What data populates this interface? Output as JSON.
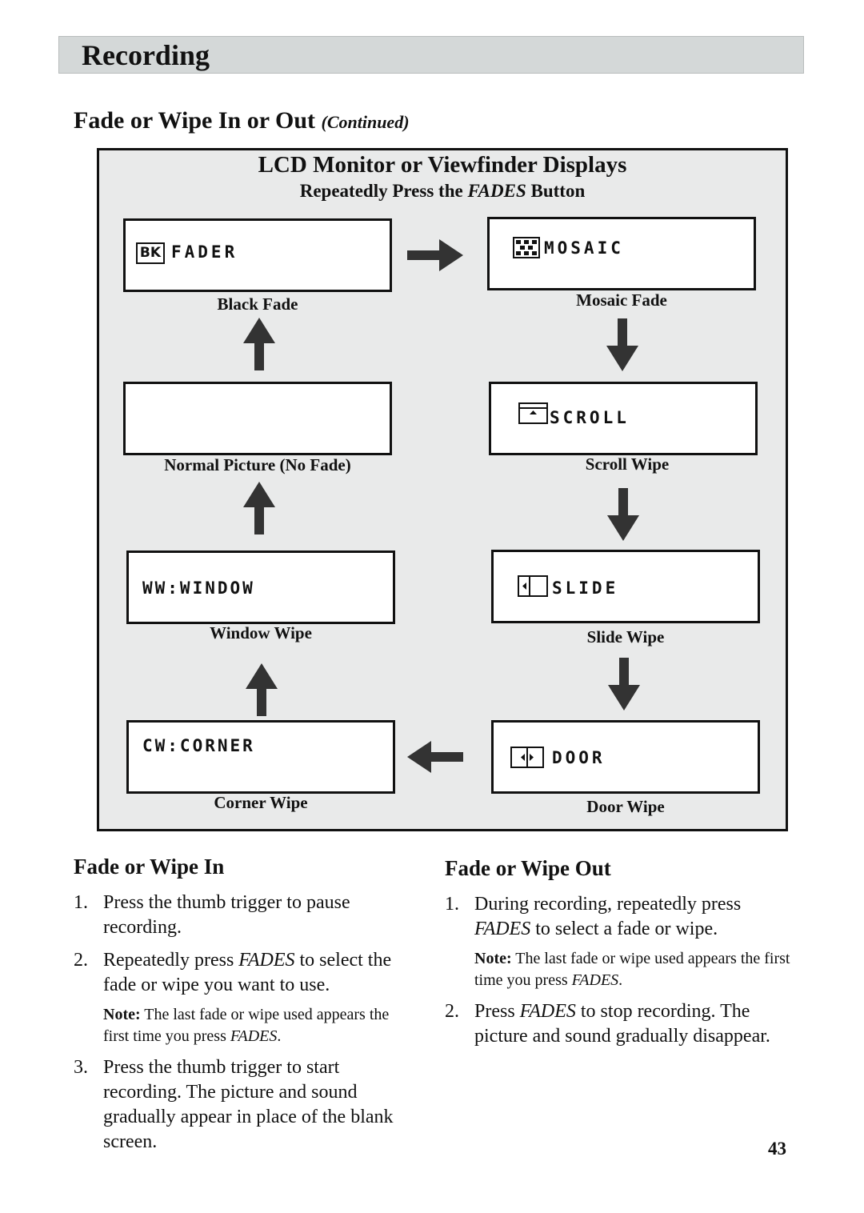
{
  "header": {
    "title": "Recording"
  },
  "section": {
    "title": "Fade or Wipe In or Out",
    "continued": "(Continued)"
  },
  "diagram": {
    "title": "LCD Monitor or Viewfinder Displays",
    "subtitle_pre": "Repeatedly Press the ",
    "subtitle_em": "FADES",
    "subtitle_post": " Button",
    "screens": {
      "fader": {
        "text": "FADER",
        "caption": "Black Fade",
        "icon": "black-fade-icon",
        "icon_text": "BK"
      },
      "mosaic": {
        "text": "MOSAIC",
        "caption": "Mosaic Fade",
        "icon": "mosaic-icon"
      },
      "normal": {
        "text": "",
        "caption": "Normal Picture (No Fade)"
      },
      "scroll": {
        "text": "SCROLL",
        "caption": "Scroll Wipe",
        "icon": "scroll-icon"
      },
      "window": {
        "text": "WW:WINDOW",
        "caption": "Window Wipe"
      },
      "slide": {
        "text": "SLIDE",
        "caption": "Slide Wipe",
        "icon": "slide-icon"
      },
      "corner": {
        "text": "CW:CORNER",
        "caption": "Corner Wipe"
      },
      "door": {
        "text": "DOOR",
        "caption": "Door Wipe",
        "icon": "door-icon"
      }
    }
  },
  "fade_in": {
    "heading": "Fade or Wipe In",
    "steps": [
      {
        "num": "1.",
        "text": "Press the thumb trigger to pause recording."
      },
      {
        "num": "2.",
        "pre": "Repeatedly press ",
        "em": "FADES",
        "post": " to select the fade or wipe you want to use.",
        "note_label": "Note:",
        "note_pre": " The last fade or wipe used appears the first time you press ",
        "note_em": "FADES",
        "note_post": "."
      },
      {
        "num": "3.",
        "text": "Press the thumb trigger to start recording.  The picture and sound gradually appear in place of the blank screen."
      }
    ]
  },
  "fade_out": {
    "heading": "Fade or Wipe Out",
    "steps": [
      {
        "num": "1.",
        "pre": "During recording, repeatedly press ",
        "em": "FADES",
        "post": " to select a fade or wipe.",
        "note_label": "Note:",
        "note_pre": " The last fade or wipe used appears the first time you press ",
        "note_em": "FADES",
        "note_post": "."
      },
      {
        "num": "2.",
        "pre": "Press ",
        "em": "FADES",
        "post": " to stop recording.  The picture and sound gradually disappear."
      }
    ]
  },
  "page_number": "43"
}
